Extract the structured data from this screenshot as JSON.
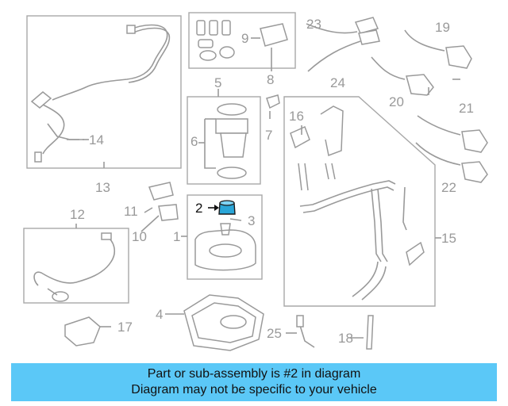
{
  "diagram": {
    "highlight_color": "#2aa6d8",
    "labels": [
      {
        "id": "1",
        "text": "1"
      },
      {
        "id": "2",
        "text": "2"
      },
      {
        "id": "3",
        "text": "3"
      },
      {
        "id": "4",
        "text": "4"
      },
      {
        "id": "5",
        "text": "5"
      },
      {
        "id": "6",
        "text": "6"
      },
      {
        "id": "7",
        "text": "7"
      },
      {
        "id": "8",
        "text": "8"
      },
      {
        "id": "9",
        "text": "9"
      },
      {
        "id": "10",
        "text": "10"
      },
      {
        "id": "11",
        "text": "11"
      },
      {
        "id": "12",
        "text": "12"
      },
      {
        "id": "13",
        "text": "13"
      },
      {
        "id": "14",
        "text": "14"
      },
      {
        "id": "15",
        "text": "15"
      },
      {
        "id": "16",
        "text": "16"
      },
      {
        "id": "17",
        "text": "17"
      },
      {
        "id": "18",
        "text": "18"
      },
      {
        "id": "19",
        "text": "19"
      },
      {
        "id": "20",
        "text": "20"
      },
      {
        "id": "21",
        "text": "21"
      },
      {
        "id": "22",
        "text": "22"
      },
      {
        "id": "23",
        "text": "23"
      },
      {
        "id": "24",
        "text": "24"
      },
      {
        "id": "25",
        "text": "25"
      }
    ]
  },
  "banner": {
    "line1": "Part or sub-assembly is #2 in diagram",
    "line2": "Diagram may not be specific to your vehicle",
    "background": "#5bc8f7"
  }
}
